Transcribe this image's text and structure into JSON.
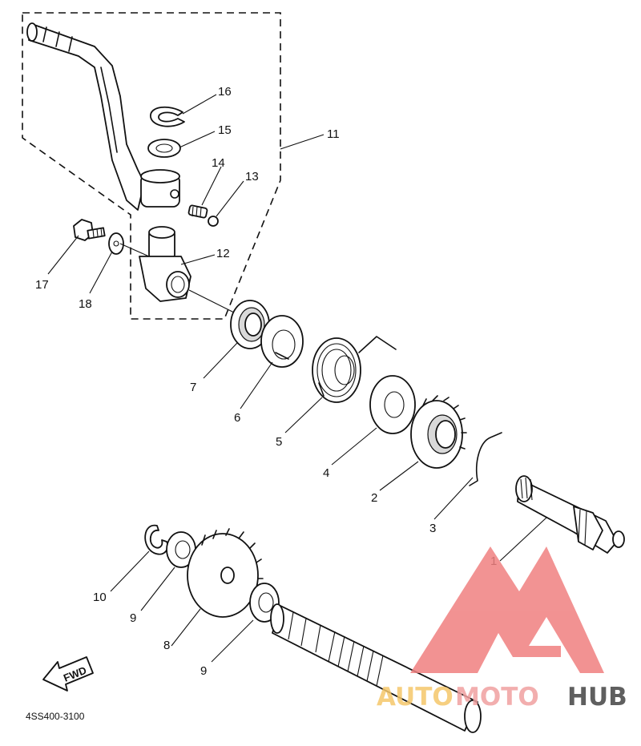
{
  "labels": {
    "p1": "1",
    "p2": "2",
    "p3": "3",
    "p4": "4",
    "p5": "5",
    "p6": "6",
    "p7": "7",
    "p8": "8",
    "p9a": "9",
    "p9b": "9",
    "p10": "10",
    "p11": "11",
    "p12": "12",
    "p13": "13",
    "p14": "14",
    "p15": "15",
    "p16": "16",
    "p17": "17",
    "p18": "18"
  },
  "fwd_label": "FWD",
  "drawing_code": "4SS400-3100",
  "watermark": {
    "part_a": "AUTO",
    "part_b": "MOTO",
    "part_c": "HUB",
    "colors": {
      "mark": "#f08080",
      "auto": "#f5c76a",
      "moto": "#f0a0a0",
      "hub": "#444444"
    }
  }
}
